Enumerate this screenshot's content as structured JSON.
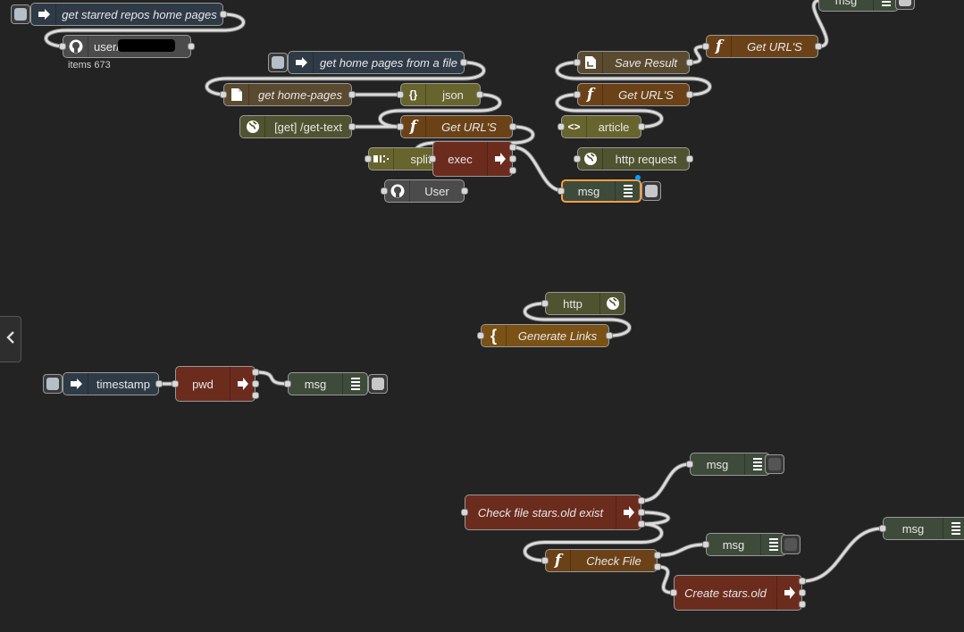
{
  "colors": {
    "canvas": "#222322",
    "wire": "#d8d8d8",
    "selected": "#ff9e44",
    "status_dot": "#0aa0ff"
  },
  "sidebar_toggle": {
    "icon": "chevron-left-icon"
  },
  "nodes": {
    "inject_starred": "get starred repos home pages",
    "github_user": "user/",
    "github_user_status": "items 673",
    "inject_home_file": "get home pages from a file",
    "file_home_pages": "get home-pages",
    "json": "json",
    "http_get_text": "[get] /get-text",
    "func_get_urls_mid": "Get URL'S",
    "split": "split",
    "exec": "exec",
    "github_user2": "User",
    "debug_top": "msg",
    "func_get_urls_top": "Get URL'S",
    "save_result": "Save Result",
    "func_get_urls_right": "Get URL'S",
    "article": "article",
    "http_request": "http request",
    "debug_msg_mid": "msg",
    "http_in": "http",
    "generate_links": "Generate Links",
    "inject_timestamp": "timestamp",
    "exec_pwd": "pwd",
    "debug_pwd": "msg",
    "debug_check_exist": "msg",
    "exec_check_exist": "Check file stars.old exist",
    "debug_check_file": "msg",
    "func_check_file": "Check File",
    "debug_create": "msg",
    "exec_create": "Create stars.old"
  }
}
